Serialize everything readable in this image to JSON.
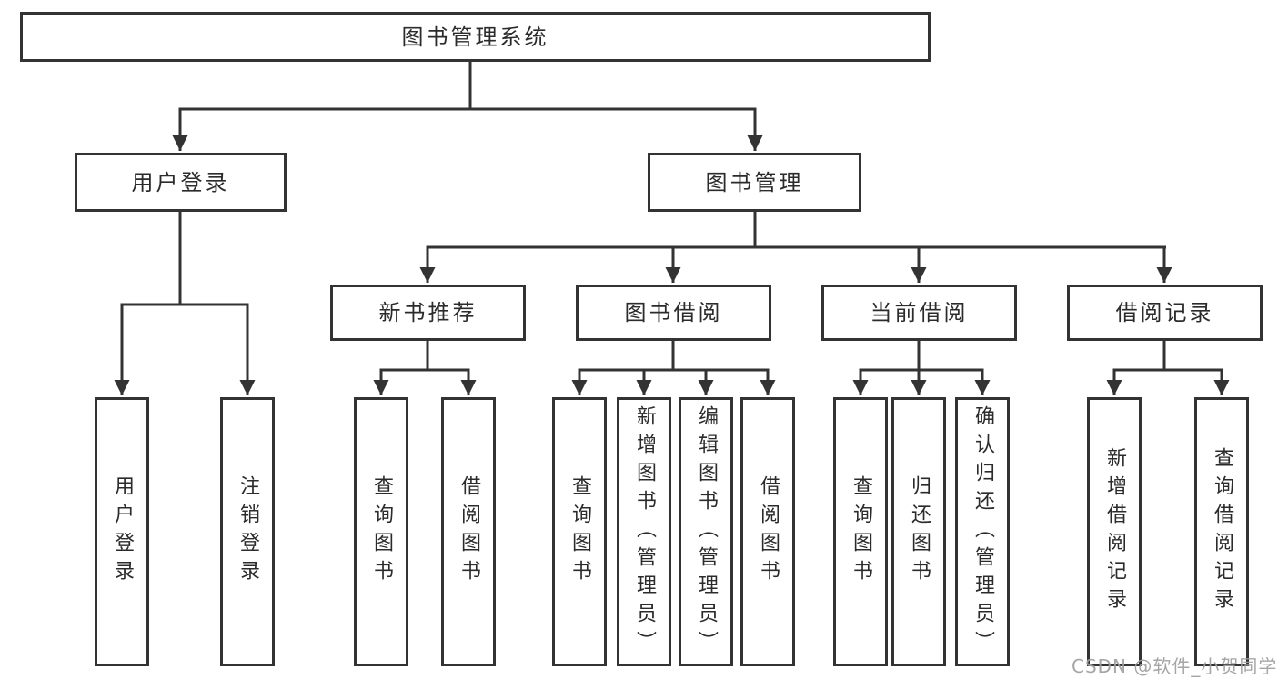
{
  "tree": {
    "root": {
      "label": "图书管理系统"
    },
    "user_login": {
      "label": "用户登录",
      "children": [
        {
          "label": "用户登录"
        },
        {
          "label": "注销登录"
        }
      ]
    },
    "book_management": {
      "label": "图书管理",
      "children": [
        {
          "label": "新书推荐",
          "children": [
            {
              "label": "查询图书"
            },
            {
              "label": "借阅图书"
            }
          ]
        },
        {
          "label": "图书借阅",
          "children": [
            {
              "label": "查询图书"
            },
            {
              "label": "新增图书（管理员）"
            },
            {
              "label": "编辑图书（管理员）"
            },
            {
              "label": "借阅图书"
            }
          ]
        },
        {
          "label": "当前借阅",
          "children": [
            {
              "label": "查询图书"
            },
            {
              "label": "归还图书"
            },
            {
              "label": "确认归还（管理员）"
            }
          ]
        },
        {
          "label": "借阅记录",
          "children": [
            {
              "label": "新增借阅记录"
            },
            {
              "label": "查询借阅记录"
            }
          ]
        }
      ]
    }
  },
  "watermark": {
    "text": "CSDN @软件_小贺同学"
  },
  "colors": {
    "line": "#333333",
    "box_border": "#333333",
    "text": "#2b2b2b",
    "background": "#ffffff",
    "watermark": "#9e9e9e"
  }
}
